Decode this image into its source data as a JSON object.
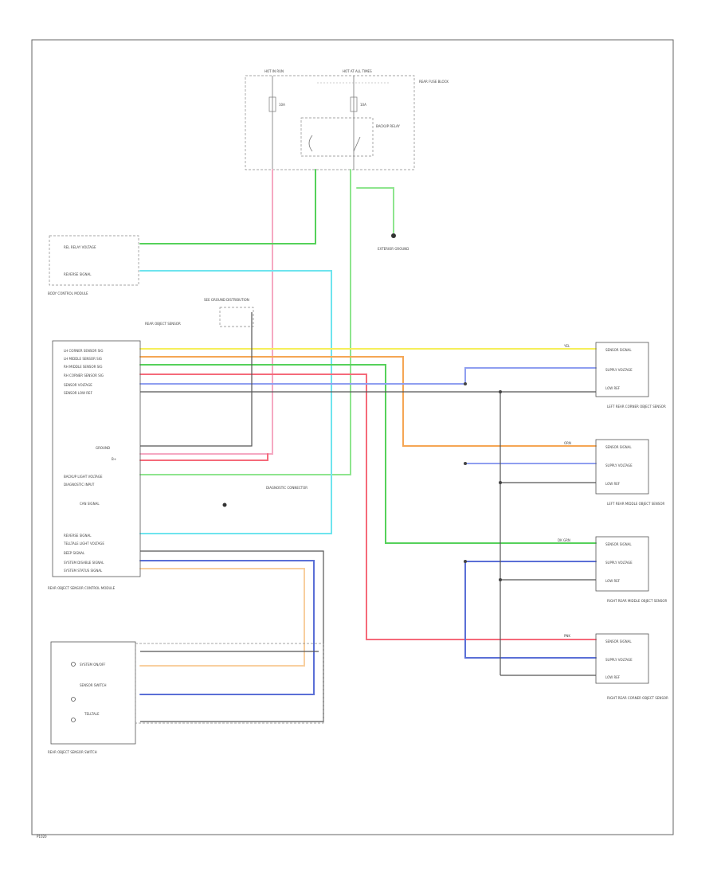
{
  "colors": {
    "yellow": "#f5ef5a",
    "red": "#f56a7a",
    "pink": "#f5a9c2",
    "green": "#55d15a",
    "light_green": "#8ee58e",
    "cyan": "#6ee4ee",
    "blue": "#5a6fd6",
    "light_blue": "#8f9ef0",
    "orange": "#f5a654",
    "light_orange": "#f8cf9f",
    "black": "#555555",
    "frame": "#555555"
  },
  "fuse_block": {
    "left_fuse_label": "HOT IN RUN",
    "right_fuse_label": "HOT AT ALL TIMES",
    "block_label": "REAR FUSE BLOCK",
    "fuse_left": "10A",
    "fuse_right": "10A",
    "relay_label": "BACKUP RELAY"
  },
  "ground_label": "EXTERIOR GROUND",
  "left_connector": {
    "labels": [
      "REL RELAY VOLTAGE",
      "REVERSE SIGNAL"
    ],
    "caption": "BODY CONTROL MODULE"
  },
  "module": {
    "header": "REAR OBJECT SENSOR",
    "caption": "REAR OBJECT SENSOR CONTROL MODULE",
    "top_labels": [
      "LH CORNER SENSOR SIG",
      "LH MIDDLE SENSOR SIG",
      "RH MIDDLE SENSOR SIG",
      "RH CORNER SENSOR SIG",
      "SENSOR VOLTAGE",
      "SENSOR LOW REF"
    ],
    "mid_labels": [
      "GROUND",
      "B+"
    ],
    "lower_labels": [
      "BACKUP LIGHT VOLTAGE",
      "DIAGNOSTIC INPUT",
      "CAN SIGNAL"
    ],
    "bottom_labels": [
      "REVERSE SIGNAL",
      "TELLTALE LIGHT VOLTAGE",
      "BEEP SIGNAL",
      "SYSTEM DISABLE SIGNAL",
      "SYSTEM STATUS SIGNAL"
    ],
    "ground_note": "SEE GROUND DISTRIBUTION",
    "side_note": "DIAGNOSTIC CONNECTOR"
  },
  "switch_block": {
    "caption": "REAR OBJECT SENSOR SWITCH",
    "labels": [
      "SYSTEM ON/OFF",
      "SENSOR SWITCH",
      "TELLTALE"
    ]
  },
  "sensors": {
    "labels": [
      "SENSOR SIGNAL",
      "SUPPLY VOLTAGE",
      "LOW REF"
    ],
    "names": [
      "LEFT REAR CORNER OBJECT SENSOR",
      "LEFT REAR MIDDLE OBJECT SENSOR",
      "RIGHT REAR MIDDLE OBJECT SENSOR",
      "RIGHT REAR CORNER OBJECT SENSOR"
    ],
    "wire_colors_text": [
      "YEL",
      "ORN",
      "DK GRN",
      "PNK"
    ]
  },
  "footer_id": "P1020"
}
